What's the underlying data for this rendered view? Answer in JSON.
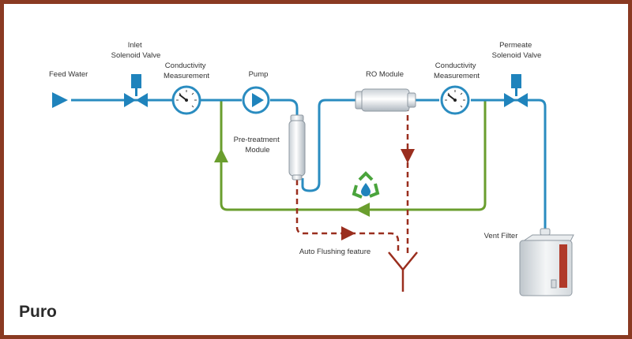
{
  "title": "Puro",
  "colors": {
    "frame": "#8a3a22",
    "water_line": "#2a8cc0",
    "recycle_line": "#6a9e2e",
    "flush_line": "#9a2e1e",
    "valve_blue": "#1f83bc",
    "recycle_icon": "#4aa43c"
  },
  "labels": {
    "feed_water": "Feed Water",
    "inlet_valve": [
      "Inlet",
      "Solenoid Valve"
    ],
    "conductivity_1": [
      "Conductivity",
      "Measurement"
    ],
    "pump": "Pump",
    "pretreatment": [
      "Pre-treatment",
      "Module"
    ],
    "ro_module": "RO Module",
    "conductivity_2": [
      "Conductivity",
      "Measurement"
    ],
    "permeate_valve": [
      "Permeate",
      "Solenoid Valve"
    ],
    "vent_filter": "Vent Filter",
    "auto_flushing": "Auto Flushing feature"
  },
  "icons": {
    "feed_arrow": "triangle-arrow-icon",
    "valve": "solenoid-valve-icon",
    "gauge": "conductivity-gauge-icon",
    "pump": "pump-icon",
    "recycle": "recycle-water-icon",
    "drain": "drain-icon",
    "tank": "storage-tank-icon"
  }
}
